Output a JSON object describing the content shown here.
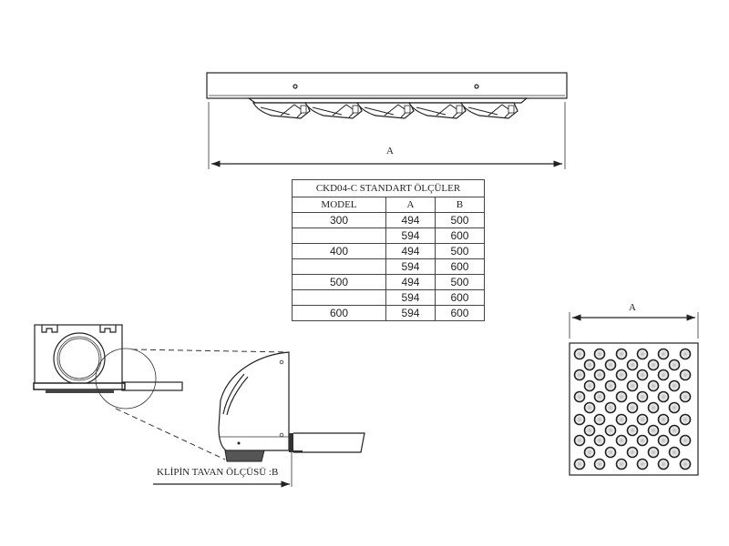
{
  "top_view": {
    "dimension_label": "A"
  },
  "table": {
    "title": "CKD04-C STANDART ÖLÇÜLER",
    "headers": [
      "MODEL",
      "A",
      "B"
    ],
    "rows": [
      [
        "300",
        "494",
        "500"
      ],
      [
        "",
        "594",
        "600"
      ],
      [
        "400",
        "494",
        "500"
      ],
      [
        "",
        "594",
        "600"
      ],
      [
        "500",
        "494",
        "500"
      ],
      [
        "",
        "594",
        "600"
      ],
      [
        "600",
        "594",
        "600"
      ]
    ]
  },
  "side_detail": {
    "label": "KLİPİN TAVAN ÖLÇÜSÜ :B"
  },
  "grille_view": {
    "dimension_label": "A"
  }
}
